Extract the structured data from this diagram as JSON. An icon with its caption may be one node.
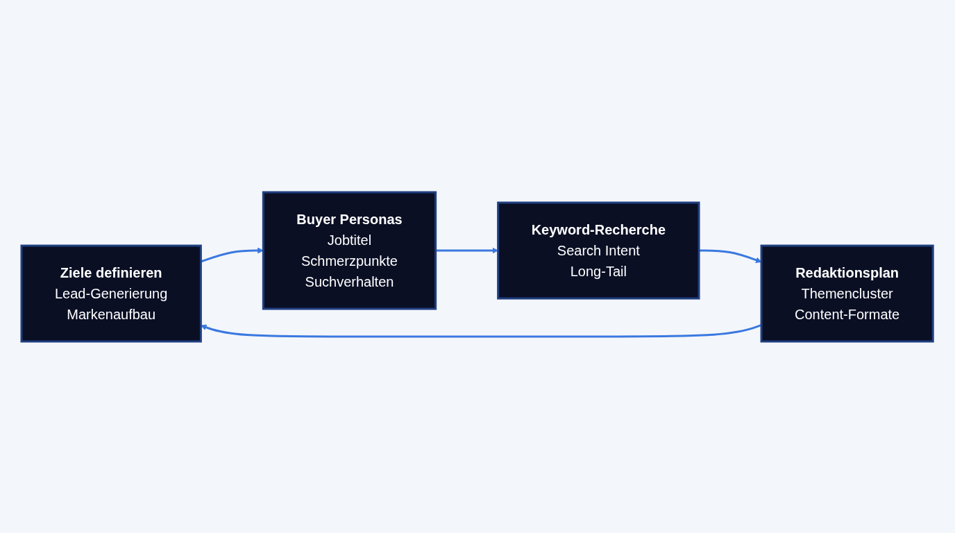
{
  "diagram": {
    "nodes": [
      {
        "text": [
          "Ziele definieren",
          "Lead-Generierung",
          "Markenaufbau"
        ]
      },
      {
        "text": [
          "Buyer Personas",
          "Jobtitel",
          "Schmerzpunkte",
          "Suchverhalten"
        ]
      },
      {
        "text": [
          "Keyword-Recherche",
          "Search Intent",
          "Long-Tail"
        ]
      },
      {
        "text": [
          "Redaktionsplan",
          "Themencluster",
          "Content-Formate"
        ]
      }
    ],
    "edges": [
      {
        "from": 0,
        "to": 1,
        "arrow": "to"
      },
      {
        "from": 1,
        "to": 2,
        "arrow": "to"
      },
      {
        "from": 2,
        "to": 3,
        "arrow": "to"
      },
      {
        "from": 3,
        "to": 0,
        "arrow": "to"
      }
    ]
  }
}
